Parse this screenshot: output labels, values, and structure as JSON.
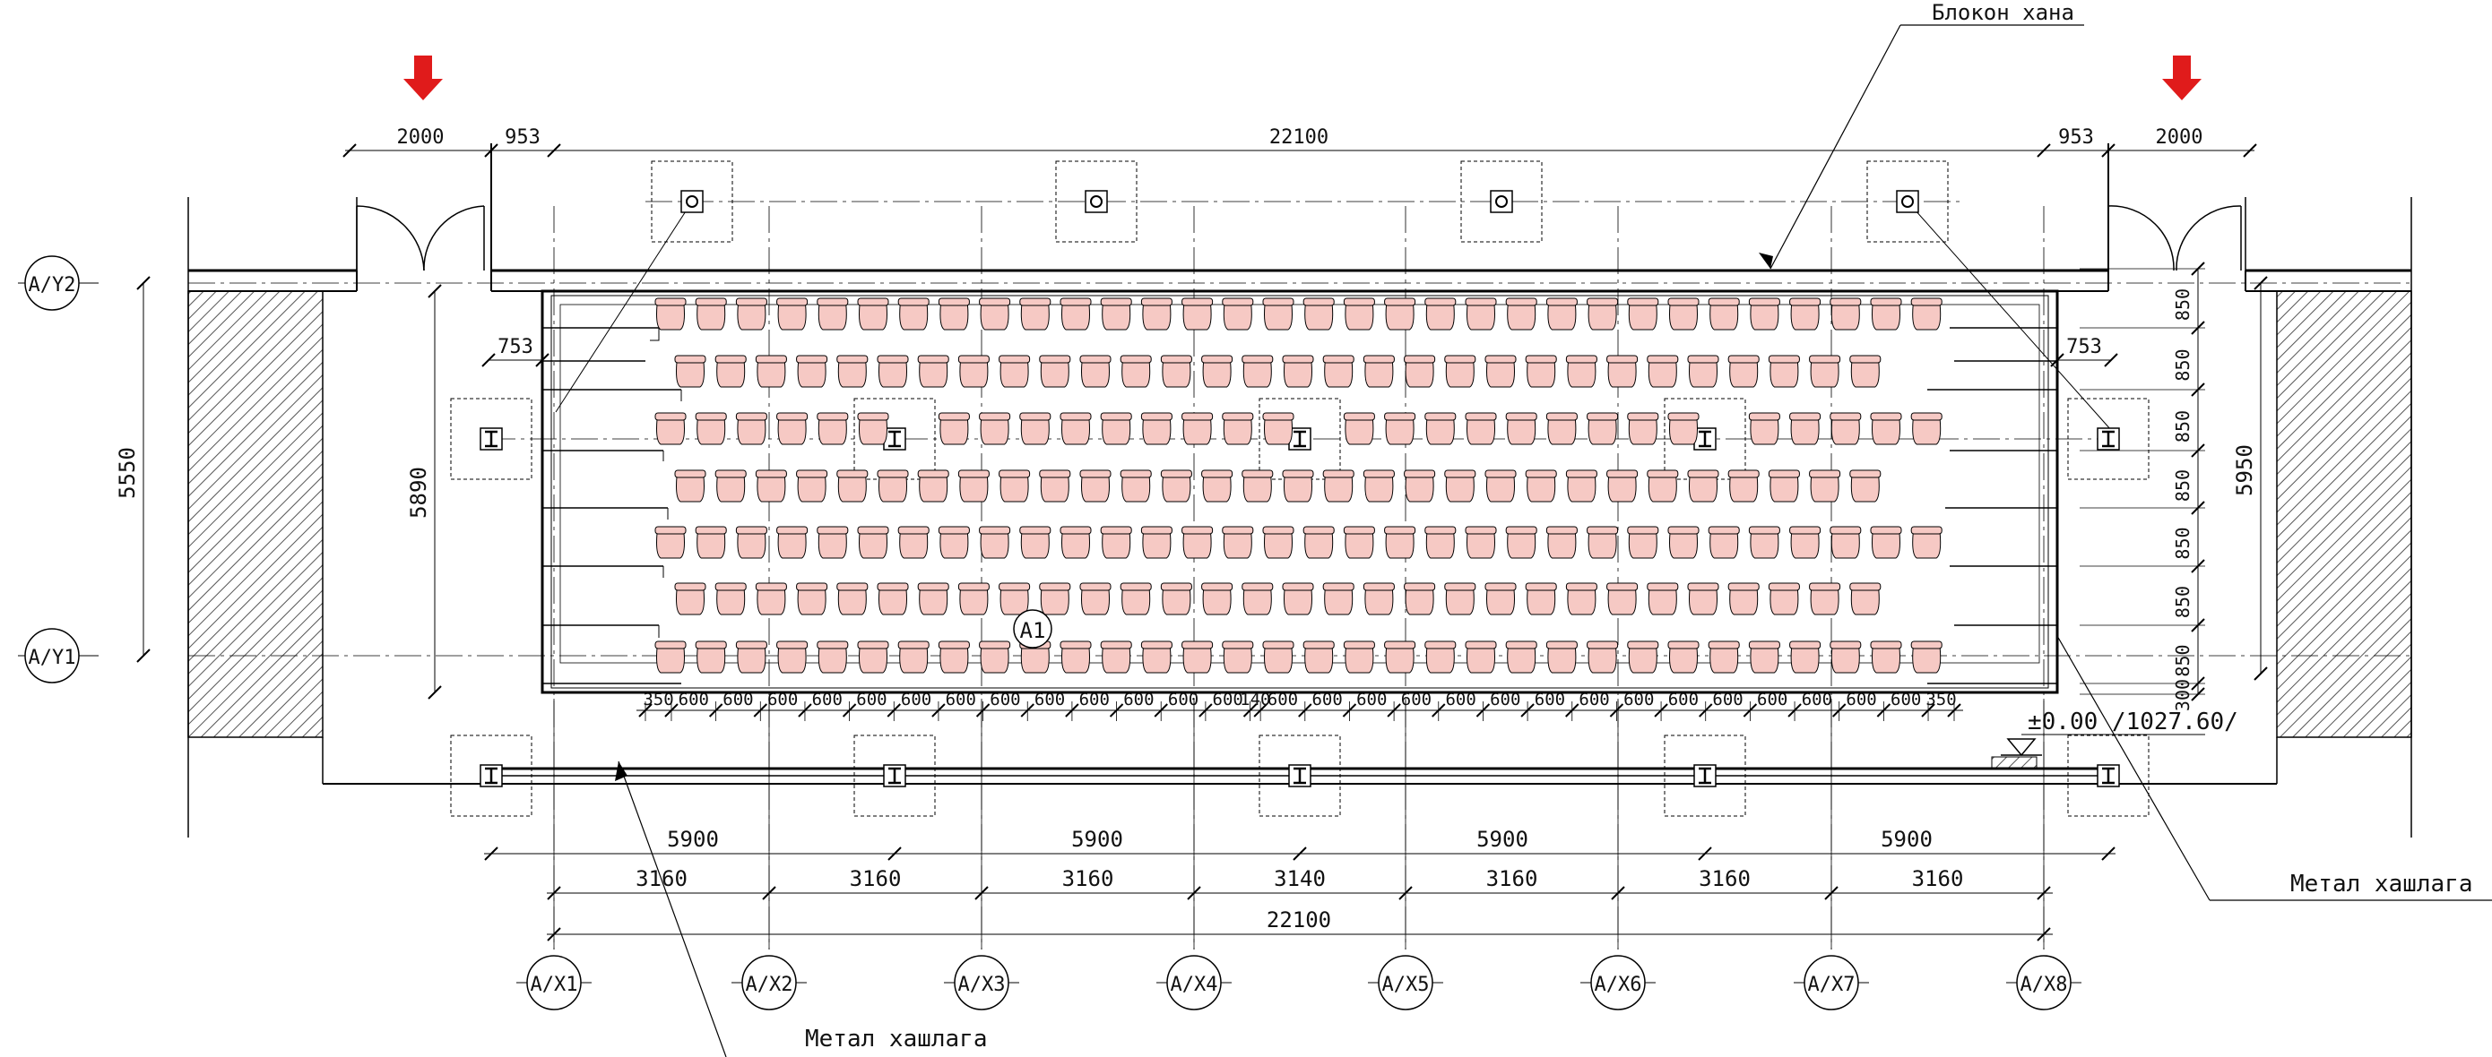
{
  "labels": {
    "block_room": "Блокон хана",
    "metal_frame": "Метал хашлага",
    "elevation": "±0.00 /1027.60/",
    "row_label": "A1"
  },
  "axes": {
    "x": [
      "A/X1",
      "A/X2",
      "A/X3",
      "A/X4",
      "A/X5",
      "A/X6",
      "A/X7",
      "A/X8"
    ],
    "y": [
      "A/Y2",
      "A/Y1"
    ]
  },
  "dimensions": {
    "top": [
      "2000",
      "953",
      "22100",
      "953",
      "2000"
    ],
    "left_height": "5550",
    "inner_height": "5890",
    "setback": "753",
    "right_total": "5950",
    "row_spacing": [
      "850",
      "850",
      "850",
      "850",
      "850",
      "850",
      "850",
      "300"
    ],
    "seat_widths": [
      "350",
      "600",
      "600",
      "600",
      "600",
      "600",
      "600",
      "600",
      "600",
      "600",
      "600",
      "600",
      "600",
      "600",
      "140",
      "600",
      "600",
      "600",
      "600",
      "600",
      "600",
      "600",
      "600",
      "600",
      "600",
      "600",
      "600",
      "600",
      "600",
      "600",
      "350"
    ],
    "column_spans": [
      "5900",
      "5900",
      "5900",
      "5900"
    ],
    "axis_spans": [
      "3160",
      "3160",
      "3160",
      "3140",
      "3160",
      "3160",
      "3160"
    ],
    "bottom_total": "22100"
  },
  "colors": {
    "seat_fill": "#f6c9c4",
    "arrow": "#e01b1b",
    "hatch": "#555555"
  }
}
